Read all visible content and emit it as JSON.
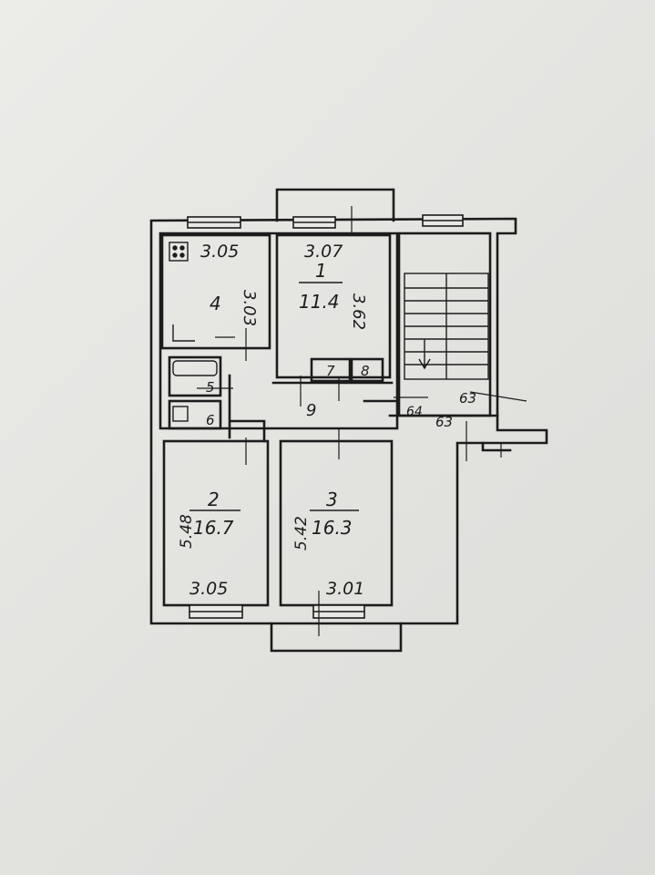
{
  "plan": {
    "paper_color": "#e6e6e3",
    "ink_color": "#1c1c1c",
    "rooms": [
      {
        "number": "1",
        "area": "11.4",
        "width": "3.07",
        "length": "3.62"
      },
      {
        "number": "2",
        "area": "16.7",
        "width": "3.05",
        "length": "5.48"
      },
      {
        "number": "3",
        "area": "16.3",
        "width": "3.01",
        "length": "5.42"
      },
      {
        "number": "4",
        "width": "3.05",
        "length": "3.03"
      },
      {
        "number": "5"
      },
      {
        "number": "6"
      },
      {
        "number": "7"
      },
      {
        "number": "8"
      },
      {
        "number": "9"
      }
    ],
    "misc_dims": [
      "64",
      "63",
      "63"
    ]
  }
}
